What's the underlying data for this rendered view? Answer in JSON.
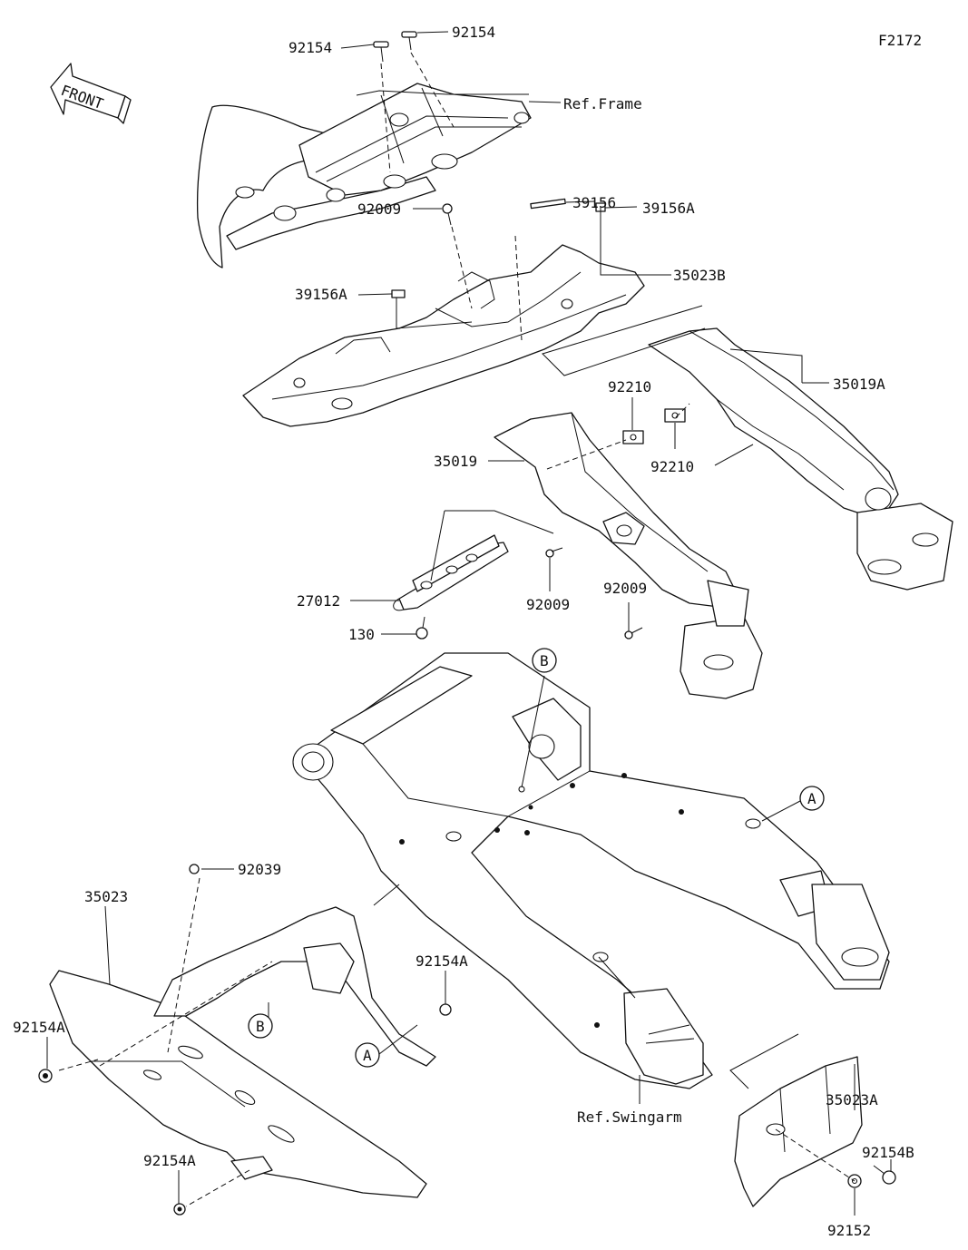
{
  "figure_code": "F2172",
  "front_label": "FRONT",
  "callouts": [
    "A",
    "B"
  ],
  "part_labels": {
    "p92154_left": "92154",
    "p92154_right": "92154",
    "ref_frame": "Ref.Frame",
    "p39156": "39156",
    "p92009_top": "92009",
    "p39156A_right": "39156A",
    "p35023B": "35023B",
    "p39156A_left": "39156A",
    "p35019A": "35019A",
    "p92210_top": "92210",
    "p92210_right": "92210",
    "p35019": "35019",
    "p27012": "27012",
    "p92009_mid": "92009",
    "p92009_right": "92009",
    "p130": "130",
    "p92039": "92039",
    "p35023": "35023",
    "p92154A_mid": "92154A",
    "p92154A_left": "92154A",
    "p92154A_bottom": "92154A",
    "ref_swingarm": "Ref.Swingarm",
    "p35023A": "35023A",
    "p92154B": "92154B",
    "p92152": "92152"
  }
}
